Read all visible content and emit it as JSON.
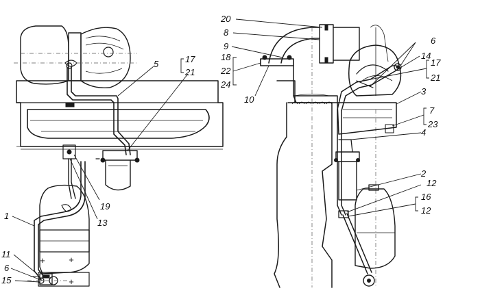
{
  "figure": {
    "callouts": {
      "c1": "1",
      "c2": "2",
      "c3": "3",
      "c4": "4",
      "c5": "5",
      "c6a": "6",
      "c6b": "6",
      "c7": "7",
      "c8": "8",
      "c9": "9",
      "c10": "10",
      "c11": "11",
      "c12a": "12",
      "c12b": "12",
      "c13": "13",
      "c14": "14",
      "c15": "15",
      "c16": "16",
      "c17a": "17",
      "c17b": "17",
      "c18": "18",
      "c19": "19",
      "c20": "20",
      "c21a": "21",
      "c21b": "21",
      "c22": "22",
      "c23": "23",
      "c24": "24"
    }
  }
}
